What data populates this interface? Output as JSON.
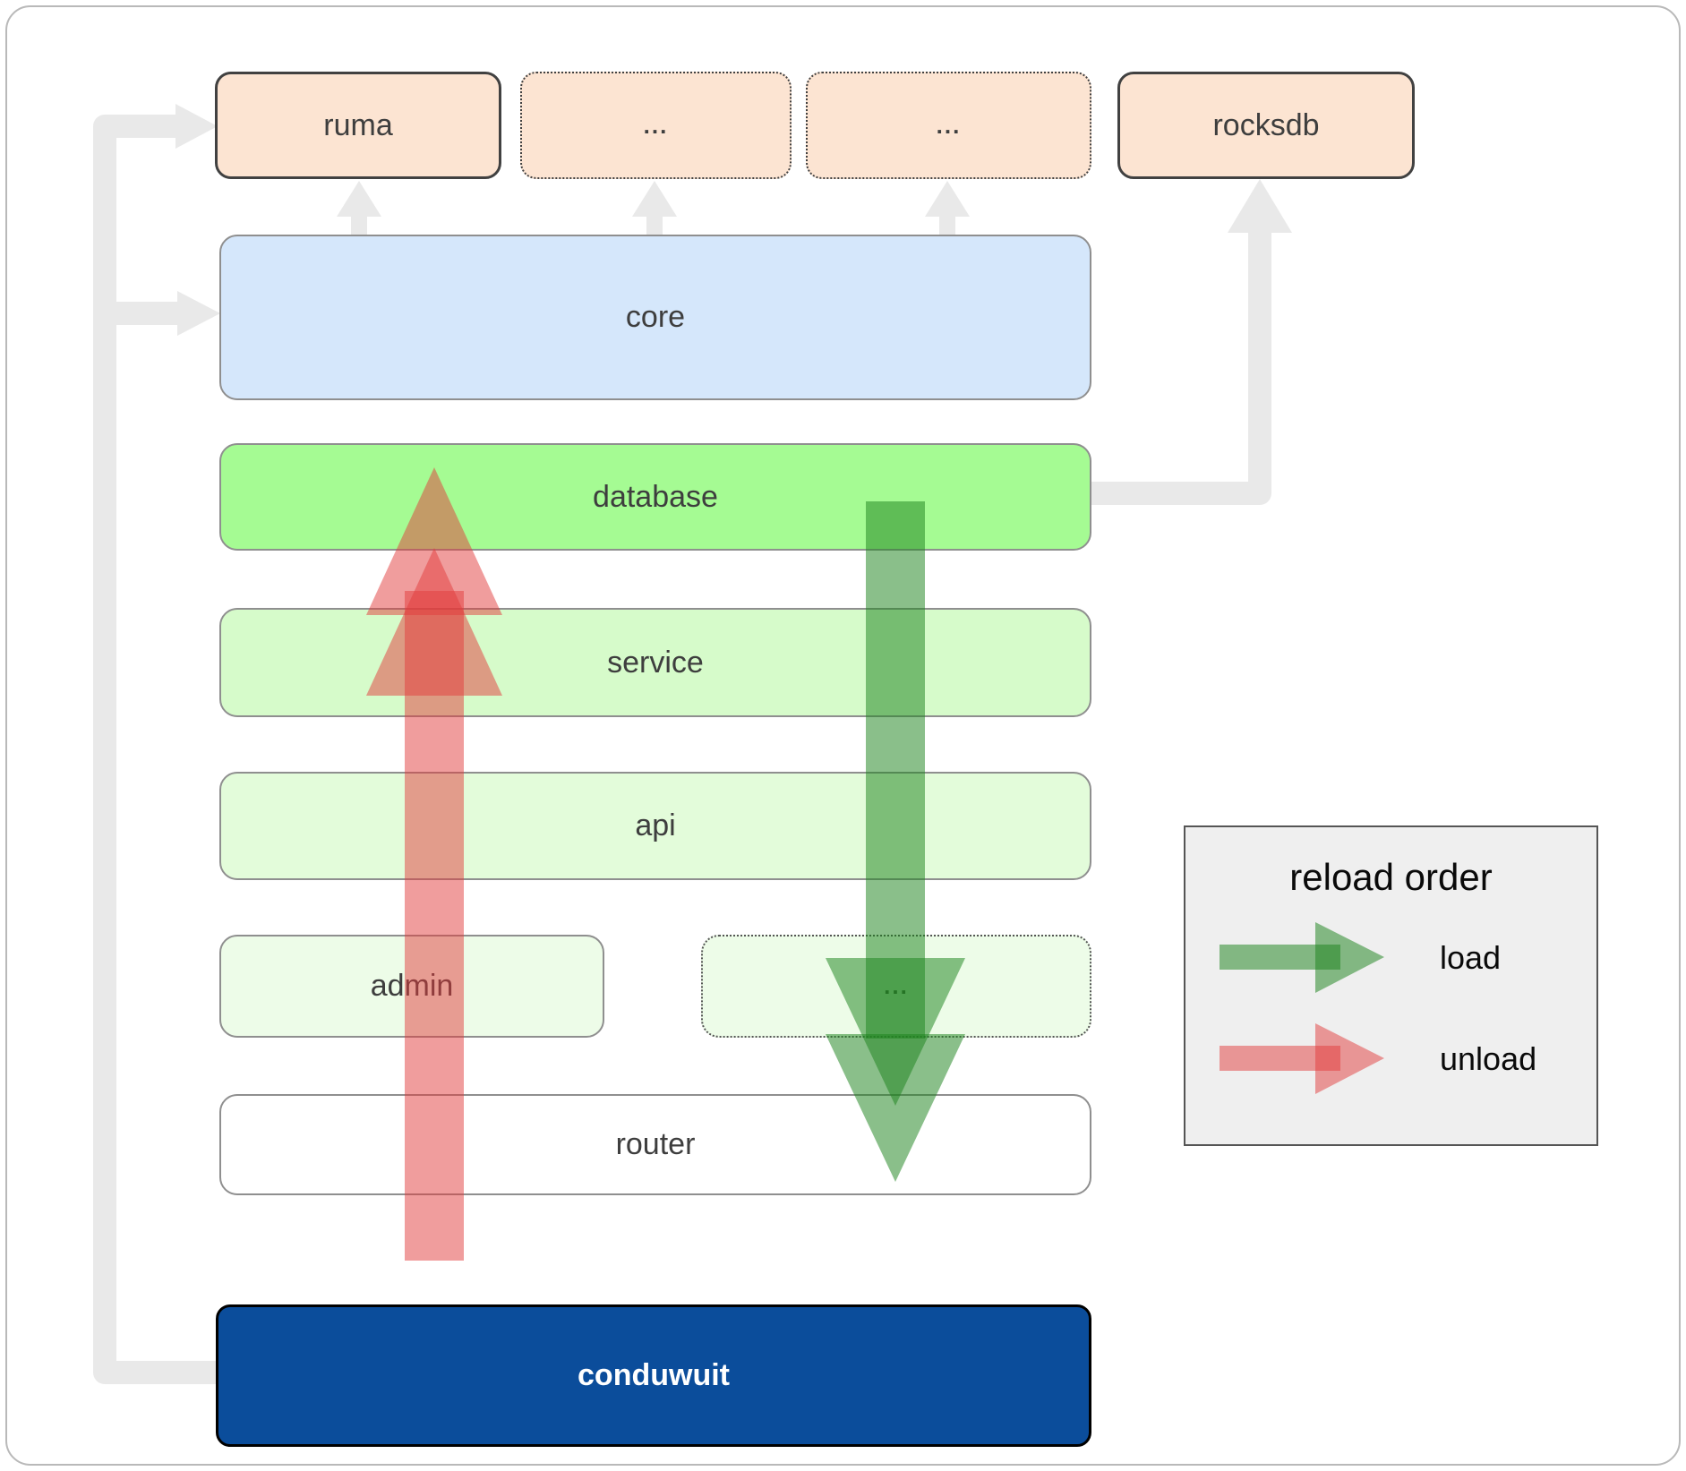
{
  "nodes": {
    "ruma": {
      "label": "ruma"
    },
    "deps_dots_1": {
      "label": "..."
    },
    "deps_dots_2": {
      "label": "..."
    },
    "rocksdb": {
      "label": "rocksdb"
    },
    "core": {
      "label": "core"
    },
    "database": {
      "label": "database"
    },
    "service": {
      "label": "service"
    },
    "api": {
      "label": "api"
    },
    "admin": {
      "label": "admin"
    },
    "service_dots": {
      "label": "..."
    },
    "router": {
      "label": "router"
    },
    "conduwuit": {
      "label": "conduwuit"
    }
  },
  "legend": {
    "title": "reload order",
    "items": [
      {
        "label": "load",
        "color": "#3f9c3f"
      },
      {
        "label": "unload",
        "color": "#ef8383"
      }
    ]
  },
  "colors": {
    "dependency_fill": "#fce4d2",
    "core_fill": "#d5e7fb",
    "database_fill": "#a5fb93",
    "service_fill": "#d6fbca",
    "api_fill": "#e3fcda",
    "admin_fill": "#edfce8",
    "router_fill": "#ffffff",
    "conduwuit_fill": "#0b4d9b",
    "connector_gray": "#e9e9e9",
    "load_arrow": "rgba(30,132,30,0.52)",
    "unload_arrow": "rgba(225,60,60,0.5)"
  }
}
